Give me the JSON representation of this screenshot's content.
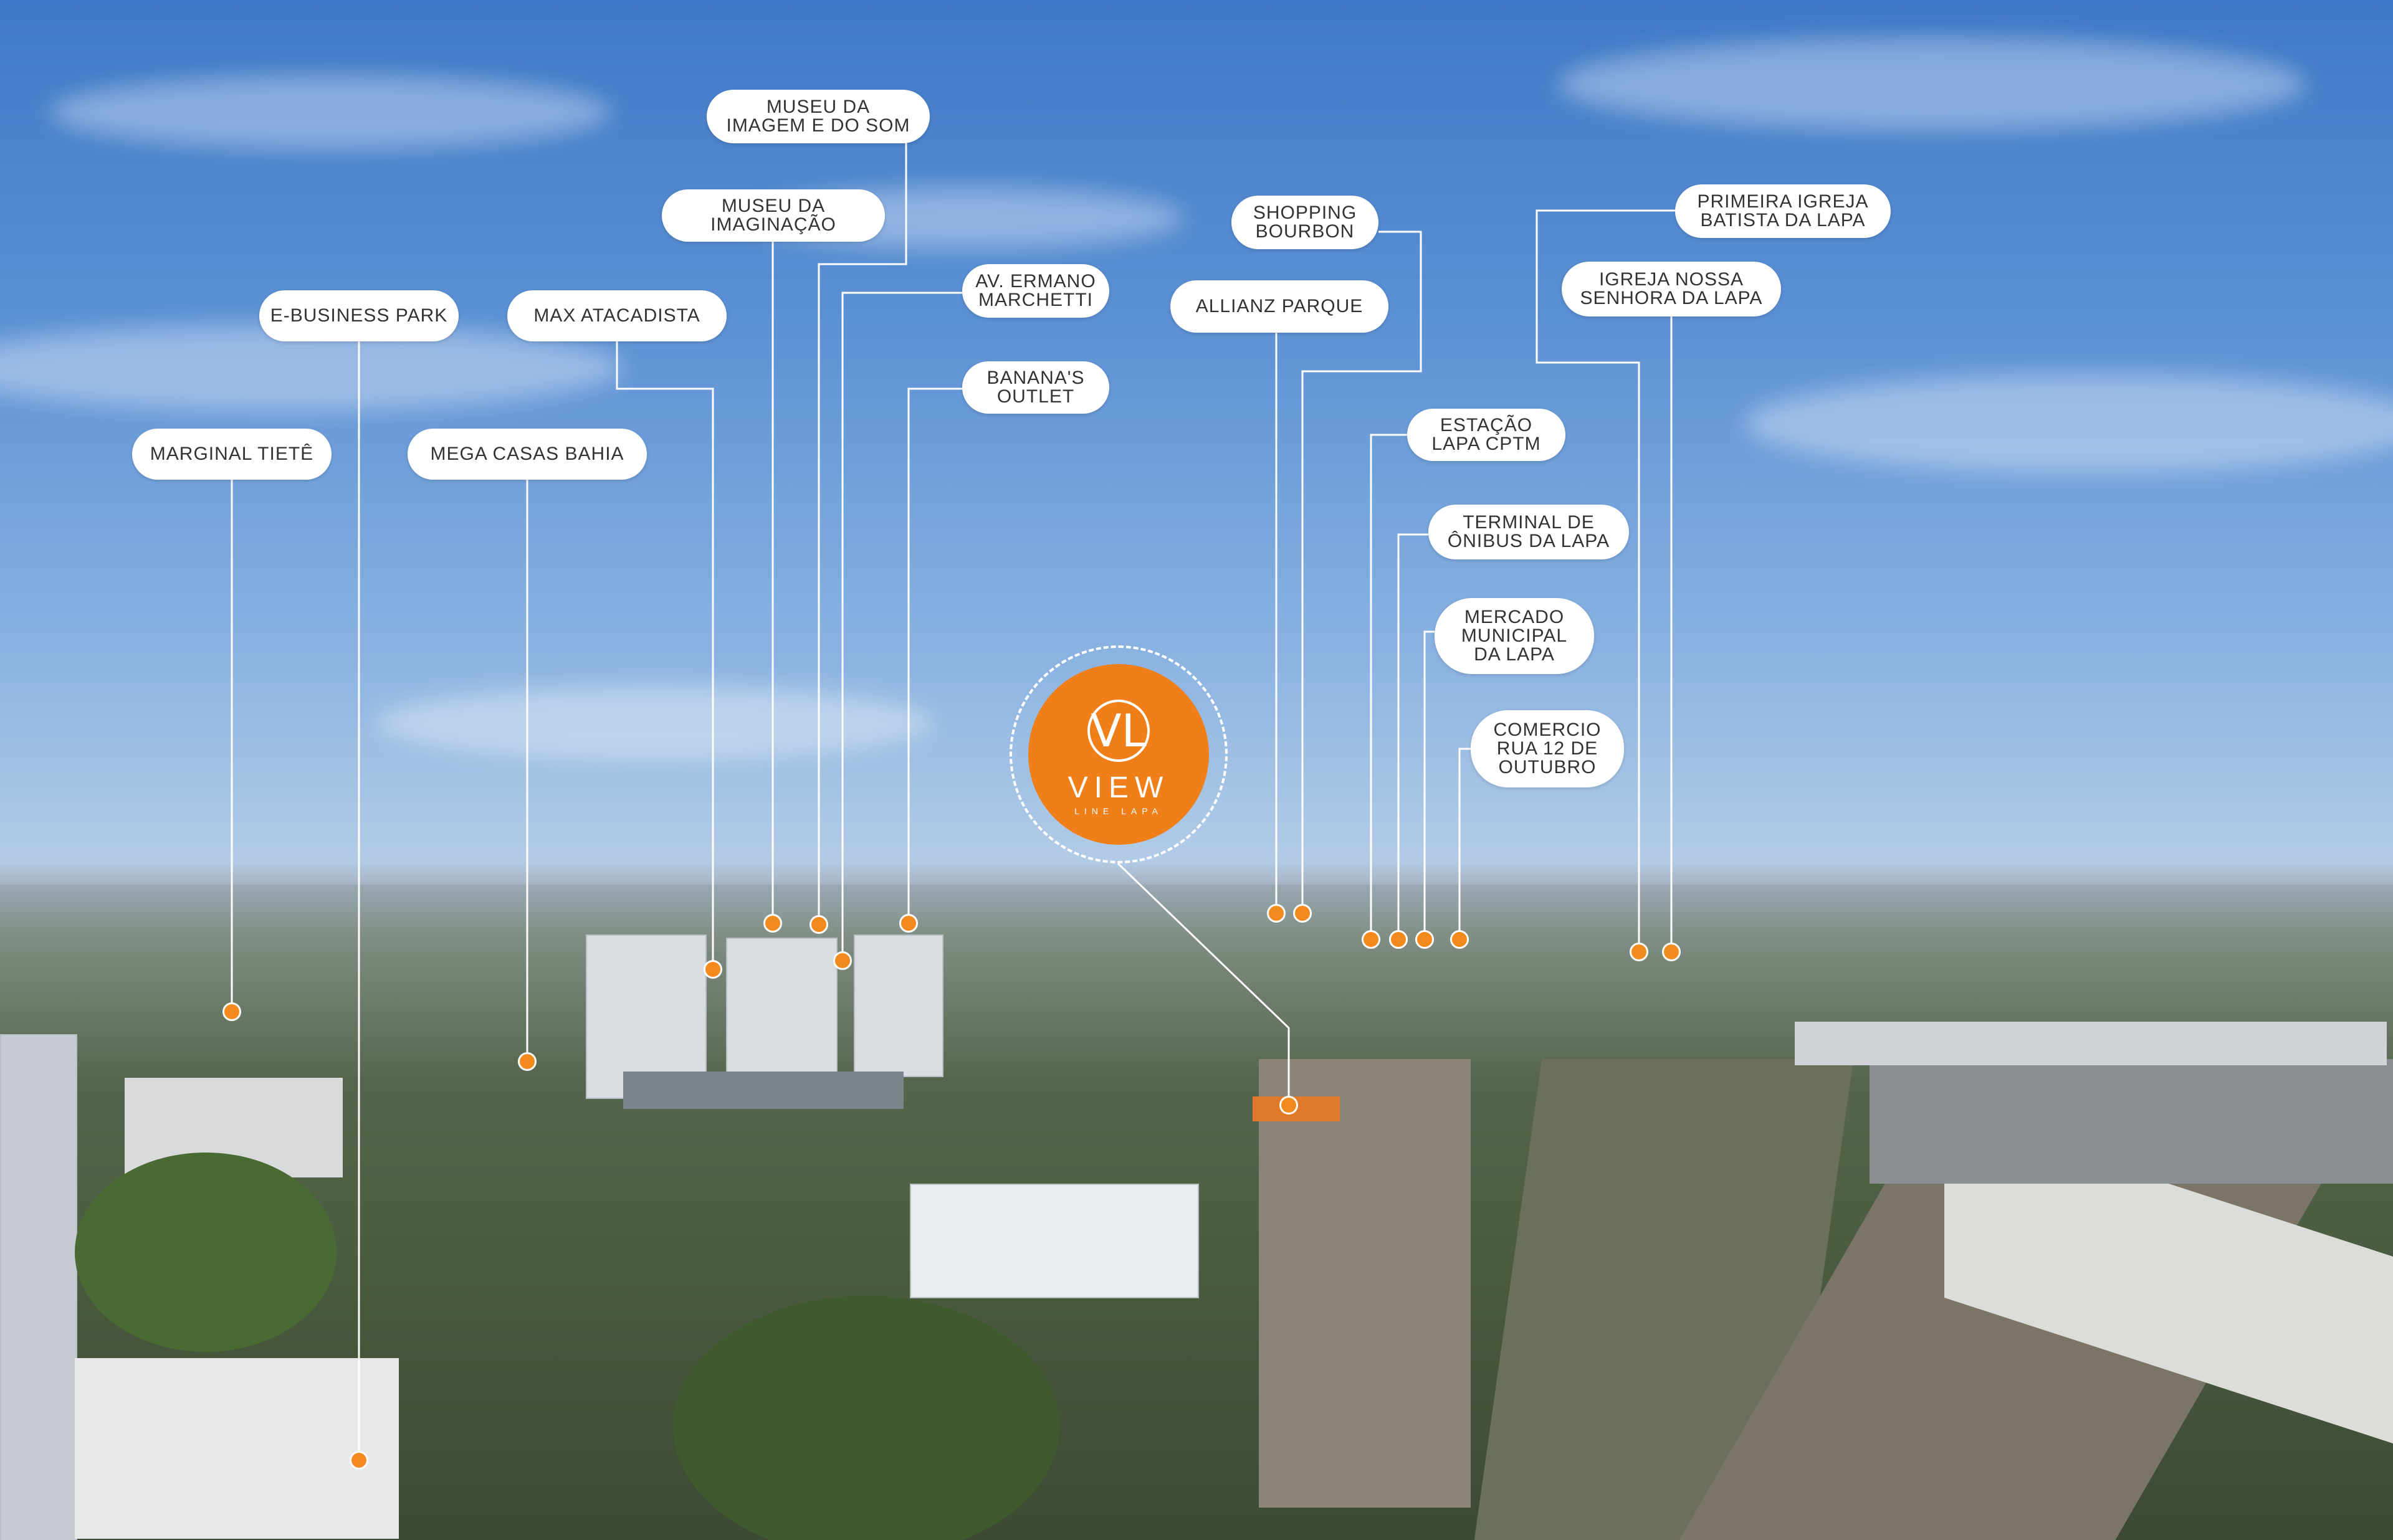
{
  "landmarks": {
    "marginal_tiete": "MARGINAL TIETÊ",
    "e_business_park": "E-BUSINESS PARK",
    "mega_casas_bahia": "MEGA CASAS BAHIA",
    "max_atacadista": "MAX ATACADISTA",
    "museu_imaginacao": "MUSEU DA\nIMAGINAÇÃO",
    "museu_imagem_som": "MUSEU DA\nIMAGEM E DO SOM",
    "av_ermano_marchetti": "AV. ERMANO\nMARCHETTI",
    "bananas_outlet": "BANANA'S\nOUTLET",
    "shopping_bourbon": "SHOPPING\nBOURBON",
    "allianz_parque": "ALLIANZ PARQUE",
    "estacao_lapa_cptm": "ESTAÇÃO\nLAPA CPTM",
    "terminal_onibus_lapa": "TERMINAL DE\nÔNIBUS DA LAPA",
    "mercado_municipal": "MERCADO\nMUNICIPAL\nDA LAPA",
    "comercio_rua_12": "COMERCIO\nRUA 12 DE\nOUTUBRO",
    "primeira_igreja_batista": "PRIMEIRA IGREJA\nBATISTA DA LAPA",
    "igreja_nossa_senhora": "IGREJA NOSSA\nSENHORA DA LAPA"
  },
  "logo": {
    "monogram": "VL",
    "name": "VIEW",
    "subtitle": "LINE LAPA",
    "color": "#f07f1a"
  },
  "accent_color": "#f28a1d"
}
